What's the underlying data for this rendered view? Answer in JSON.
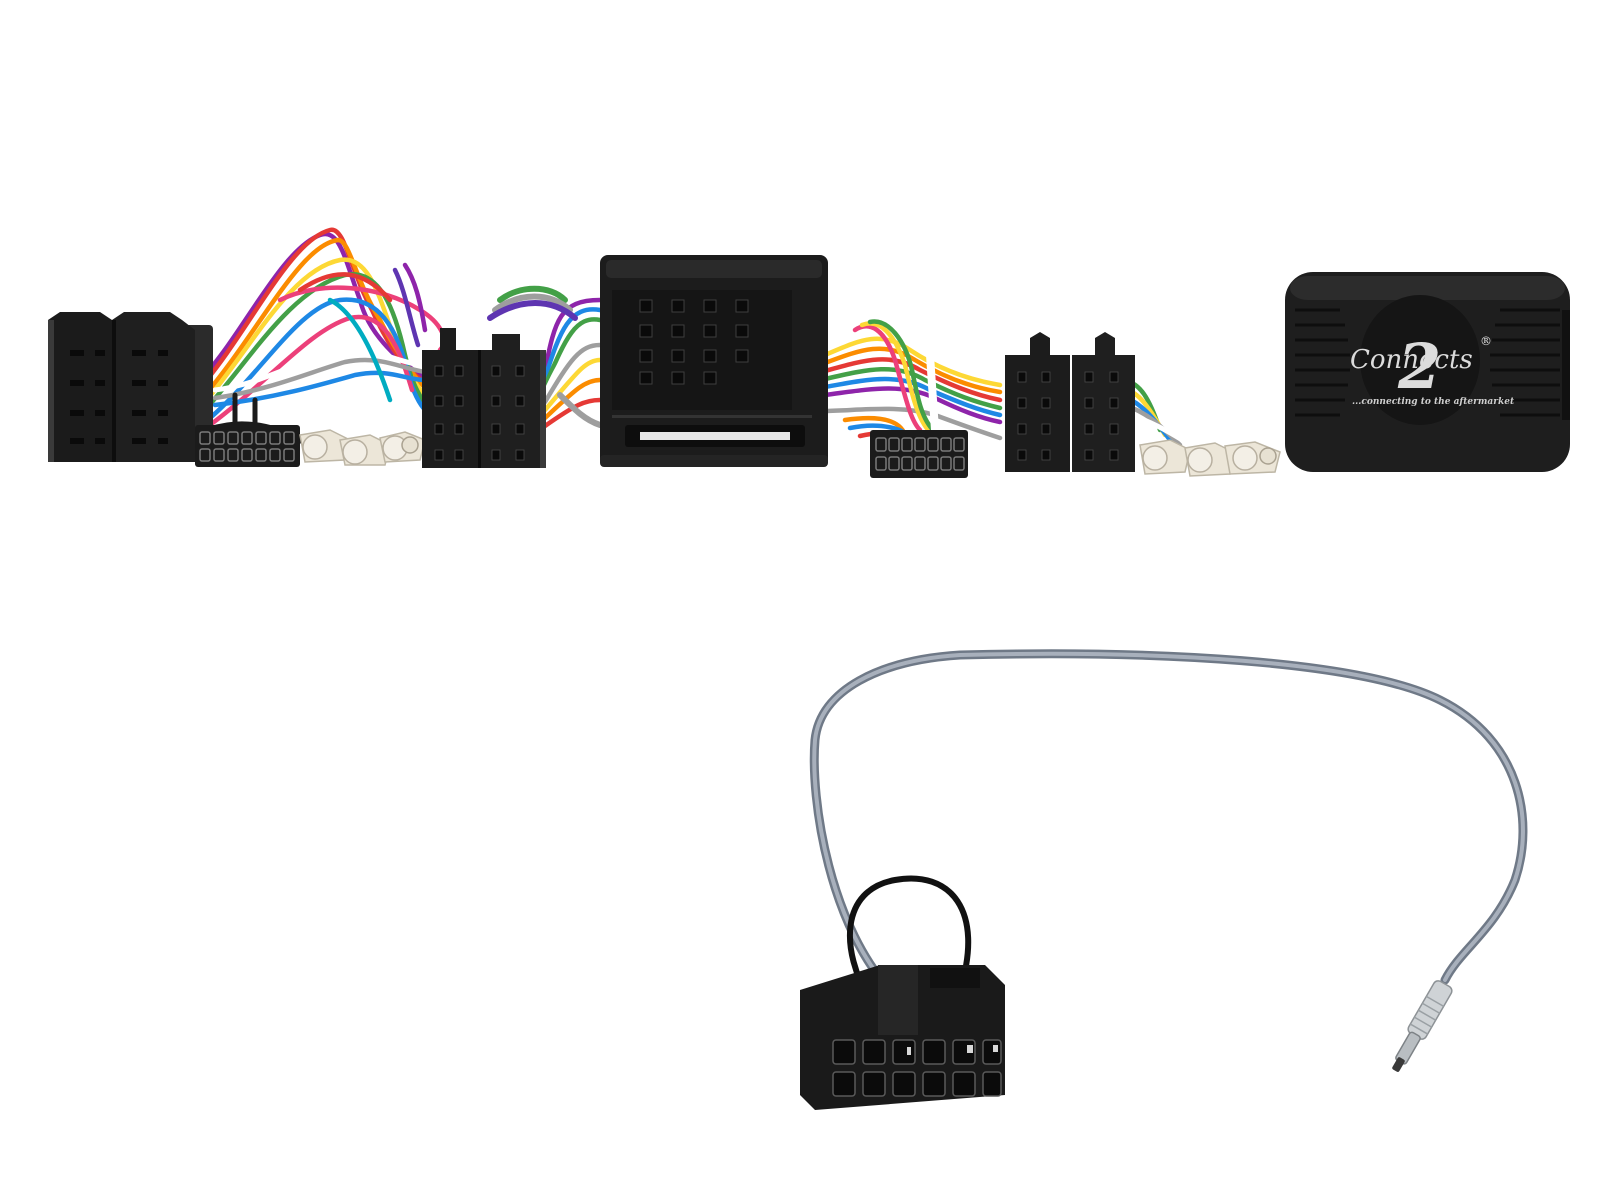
{
  "colors": {
    "background": "#ffffff",
    "connector_black": "#1b1b1b",
    "connector_highlight": "#3a3a3a",
    "module_body": "#1e1e1e",
    "grey_cable": "#8c95a3",
    "black_loop": "#111111",
    "wire_palette": [
      "#e53935",
      "#fb8c00",
      "#fdd835",
      "#43a047",
      "#1e88e5",
      "#8e24aa",
      "#ec407a",
      "#ffffff",
      "#9e9e9e",
      "#6d4c41",
      "#00acc1",
      "#7cb342"
    ]
  },
  "icons": {
    "module": "interface-module-icon",
    "logo_mark": "connects2-logo",
    "registered": "registered-mark"
  },
  "module": {
    "brand_text": "Connects",
    "brand_digit": "2",
    "registered_mark": "®",
    "tagline": "...connecting to the aftermarket"
  }
}
